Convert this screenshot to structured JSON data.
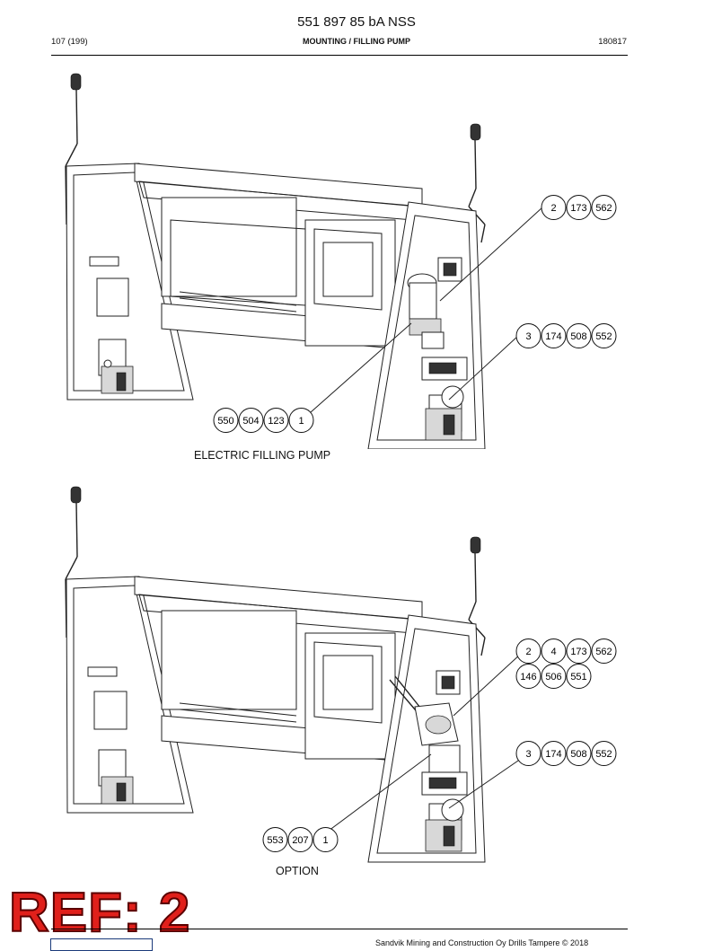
{
  "header": {
    "doc_number": "551 897 85 bA NSS",
    "page": "107 (199)",
    "section": "MOUNTING / FILLING PUMP",
    "date": "180817"
  },
  "views": [
    {
      "caption": "ELECTRIC FILLING PUMP",
      "callouts": [
        {
          "items": [
            "2",
            "173",
            "562"
          ]
        },
        {
          "items": [
            "3",
            "174",
            "508",
            "552"
          ]
        },
        {
          "items": [
            "550",
            "504",
            "123",
            "1"
          ]
        }
      ]
    },
    {
      "caption": "OPTION",
      "callouts": [
        {
          "items": [
            "2",
            "4",
            "173",
            "562"
          ]
        },
        {
          "items": [
            "146",
            "506",
            "551"
          ]
        },
        {
          "items": [
            "3",
            "174",
            "508",
            "552"
          ]
        },
        {
          "items": [
            "553",
            "207",
            "1"
          ]
        }
      ]
    }
  ],
  "stamp": {
    "text": "REF: 2",
    "color": "#e0201b"
  },
  "footer": {
    "copyright": "Sandvik Mining and Construction Oy Drills Tampere © 2018"
  }
}
